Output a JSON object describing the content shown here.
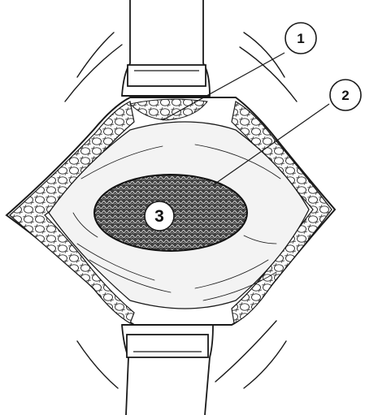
{
  "figure": {
    "callouts": [
      {
        "number": "1"
      },
      {
        "number": "2"
      },
      {
        "number": "3"
      }
    ],
    "colors": {
      "ink": "#1a1a1a",
      "paper": "#ffffff",
      "tissue_shadow": "#cfcfcf",
      "mesh_fill": "#4a4a4a"
    }
  }
}
